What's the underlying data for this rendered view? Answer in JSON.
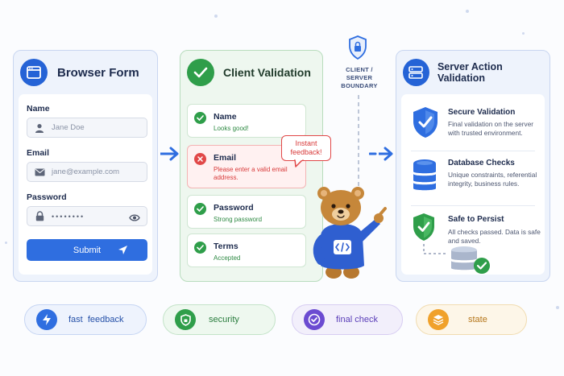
{
  "boundary": {
    "label_line1": "CLIENT /",
    "label_line2": "SERVER",
    "label_line3": "BOUNDARY"
  },
  "browser_form": {
    "title": "Browser Form",
    "name_label": "Name",
    "name_placeholder": "Jane Doe",
    "email_label": "Email",
    "email_placeholder": "jane@example.com",
    "password_label": "Password",
    "password_placeholder": "••••••••",
    "submit_label": "Submit"
  },
  "client_validation": {
    "title": "Client Validation",
    "fields": [
      {
        "title": "Name",
        "message": "Looks good!",
        "status": "ok"
      },
      {
        "title": "Email",
        "message": "Please enter a valid email address.",
        "status": "error"
      },
      {
        "title": "Password",
        "message": "Strong password",
        "status": "ok"
      },
      {
        "title": "Terms",
        "message": "Accepted",
        "status": "ok"
      }
    ],
    "bubble_line1": "Instant",
    "bubble_line2": "feedback!"
  },
  "server_validation": {
    "title": "Server Action Validation",
    "items": [
      {
        "title": "Secure Validation",
        "description": "Final validation on the server with trusted environment."
      },
      {
        "title": "Database Checks",
        "description": "Unique constraints, referential integrity, business rules."
      },
      {
        "title": "Safe to Persist",
        "description": "All checks passed. Data is safe and saved."
      }
    ]
  },
  "chips": [
    {
      "label": "fast  feedback",
      "icon": "lightning-icon"
    },
    {
      "label": "security",
      "icon": "shield-icon"
    },
    {
      "label": "final check",
      "icon": "check-circle-icon"
    },
    {
      "label": "state",
      "icon": "layers-icon"
    }
  ],
  "colors": {
    "primary_blue": "#2f6ee0",
    "success_green": "#2f9e4a",
    "error_red": "#e14848",
    "purple": "#6b4bd1",
    "amber": "#f0a12b"
  }
}
